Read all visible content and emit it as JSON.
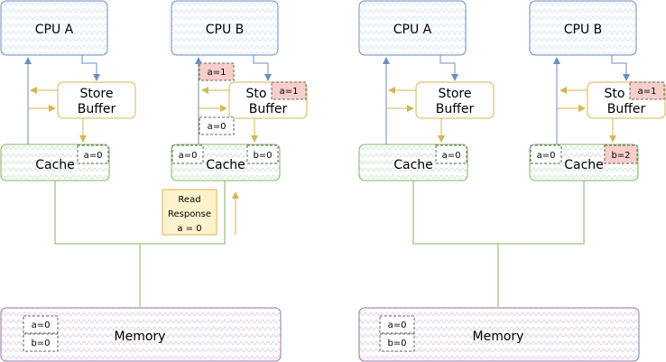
{
  "colors": {
    "cpu_stroke": "#6c8ebf",
    "buffer_fill": "#ffffff",
    "buffer_stroke": "#d6b656",
    "cache_stroke": "#82b366",
    "memory_stroke": "#9673a6",
    "highlight": "#f8cecc",
    "note_fill": "#fff2cc",
    "arrow_yellow": "#d6b656",
    "arrow_blue": "#6c8ebf",
    "line_green": "#82b366"
  },
  "left": {
    "cpu_a": "CPU A",
    "cpu_b": "CPU B",
    "store_buffer_a_line1": "Store",
    "store_buffer_a_line2": "Buffer",
    "store_buffer_b_line1": "Sto",
    "store_buffer_b_line2": "Buffer",
    "cache_a": "Cache",
    "cache_b": "Cache",
    "cache_a_val": "a=0",
    "cache_b_left_val": "a=0",
    "cache_b_right_val": "b=0",
    "cpu_b_read_val": "a=1",
    "store_b_val": "a=1",
    "below_cpu_b_val": "a=0",
    "note_line1": "Read",
    "note_line2": "Response",
    "note_line3": "a = 0",
    "memory": "Memory",
    "mem_a": "a=0",
    "mem_b": "b=0"
  },
  "right": {
    "cpu_a": "CPU A",
    "cpu_b": "CPU B",
    "store_buffer_a_line1": "Store",
    "store_buffer_a_line2": "Buffer",
    "store_buffer_b_line1": "Sto",
    "store_buffer_b_line2": "Buffer",
    "cache_a": "Cache",
    "cache_b": "Cache",
    "cache_a_val": "a=0",
    "cache_b_left_val": "a=0",
    "cache_b_right_val": "b=2",
    "store_b_val": "a=1",
    "memory": "Memory",
    "mem_a": "a=0",
    "mem_b": "b=0"
  }
}
